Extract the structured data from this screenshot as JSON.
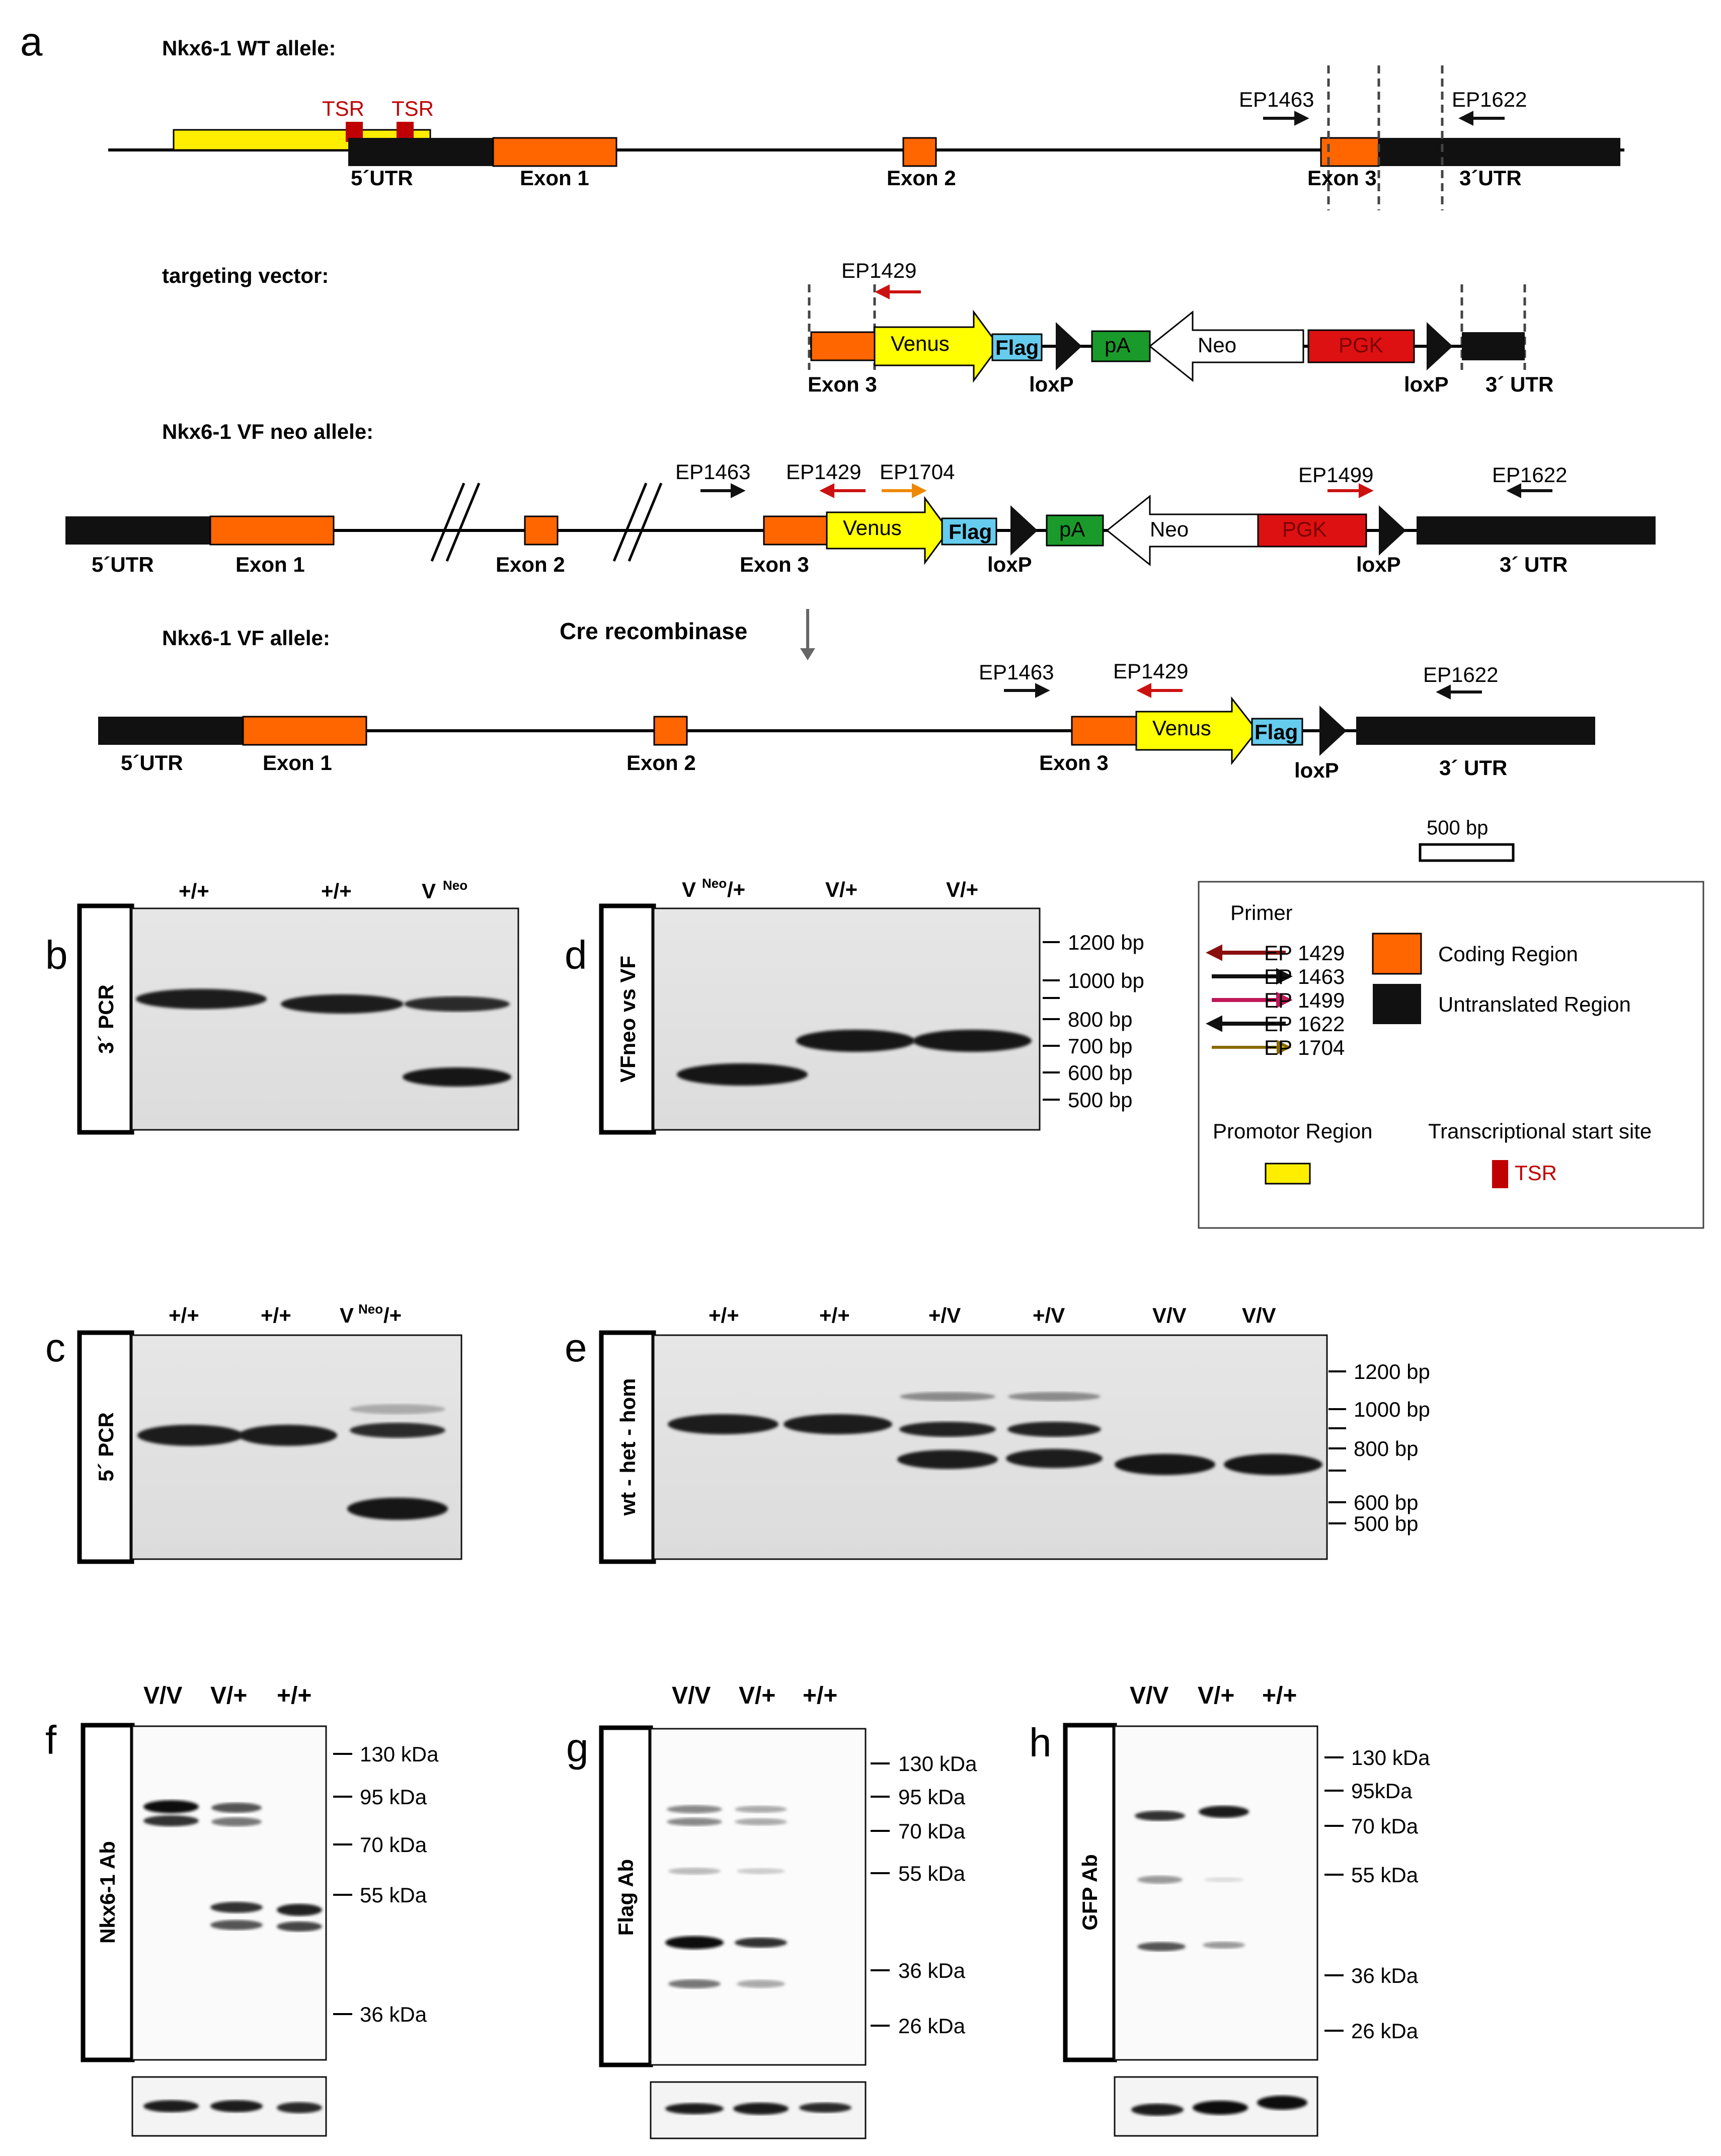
{
  "panel_letters": {
    "a": "a",
    "b": "b",
    "c": "c",
    "d": "d",
    "e": "e",
    "f": "f",
    "g": "g",
    "h": "h"
  },
  "colors": {
    "coding": "#ff6600",
    "utr": "#111111",
    "promoter": "#ffee00",
    "tsr": "#c00000",
    "venus": "#ffff00",
    "flag": "#66ccee",
    "pa": "#1a9a2a",
    "pgk": "#dd1111",
    "primer_red": "#cc1111",
    "primer_orange": "#ee8800"
  },
  "wt": {
    "title": "Nkx6-1 WT allele:",
    "tsr": "TSR",
    "utr5": "5´UTR",
    "exon1": "Exon 1",
    "exon2": "Exon 2",
    "exon3": "Exon 3",
    "utr3": "3´UTR",
    "ep1463": "EP1463",
    "ep1622": "EP1622"
  },
  "tv": {
    "title": "targeting vector:",
    "ep1429": "EP1429",
    "venus": "Venus",
    "flag": "Flag",
    "pa": "pA",
    "neo": "Neo",
    "pgk": "PGK",
    "exon3": "Exon 3",
    "loxp": "loxP",
    "utr3": "3´ UTR"
  },
  "vfneo": {
    "title": "Nkx6-1 VF neo allele:",
    "ep1463": "EP1463",
    "ep1429": "EP1429",
    "ep1704": "EP1704",
    "ep1499": "EP1499",
    "ep1622": "EP1622",
    "utr5": "5´UTR",
    "exon1": "Exon 1",
    "exon2": "Exon 2",
    "exon3": "Exon 3",
    "venus": "Venus",
    "flag": "Flag",
    "loxp": "loxP",
    "pa": "pA",
    "neo": "Neo",
    "pgk": "PGK",
    "utr3": "3´ UTR"
  },
  "vf": {
    "title": "Nkx6-1 VF allele:",
    "cre": "Cre recombinase",
    "ep1463": "EP1463",
    "ep1429": "EP1429",
    "ep1622": "EP1622",
    "utr5": "5´UTR",
    "exon1": "Exon 1",
    "exon2": "Exon 2",
    "exon3": "Exon 3",
    "venus": "Venus",
    "flag": "Flag",
    "loxp": "loxP",
    "utr3": "3´ UTR"
  },
  "scale_label": "500 bp",
  "legend": {
    "primer_title": "Primer",
    "primers": [
      "EP 1429",
      "EP 1463",
      "EP 1499",
      "EP 1622",
      "EP 1704"
    ],
    "coding": "Coding Region",
    "untranslated": "Untranslated Region",
    "promoter": "Promotor Region",
    "tss": "Transcriptional start site",
    "tsr": "TSR"
  },
  "gel_b": {
    "side": "3´ PCR",
    "lanes": [
      "+/+",
      "+/+",
      "V"
    ],
    "lane3_sup": "Neo"
  },
  "gel_c": {
    "side": "5´ PCR",
    "lanes": [
      "+/+",
      "+/+",
      "V"
    ],
    "lane3_sup": "Neo",
    "lane3_suffix": "/+"
  },
  "gel_d": {
    "side": "VFneo vs VF",
    "lane1": "V",
    "lane1_sup": "Neo",
    "lane1_suffix": "/+",
    "lanes": [
      "V/+",
      "V/+"
    ],
    "markers": [
      "1200 bp",
      "1000 bp",
      "800 bp",
      "700 bp",
      "600 bp",
      "500 bp"
    ]
  },
  "gel_e": {
    "side": "wt - het - hom",
    "lanes": [
      "+/+",
      "+/+",
      "+/V",
      "+/V",
      "V/V",
      "V/V"
    ],
    "markers": [
      "1200 bp",
      "1000 bp",
      "800 bp",
      "600 bp",
      "500 bp"
    ]
  },
  "blot_f": {
    "side": "Nkx6-1 Ab",
    "lanes": [
      "V/V",
      "V/+",
      "+/+"
    ],
    "markers": [
      "130 kDa",
      "95 kDa",
      "70 kDa",
      "55 kDa",
      "36 kDa"
    ]
  },
  "blot_g": {
    "side": "Flag Ab",
    "lanes": [
      "V/V",
      "V/+",
      "+/+"
    ],
    "markers": [
      "130 kDa",
      "95 kDa",
      "70 kDa",
      "55 kDa",
      "36 kDa",
      "26 kDa"
    ]
  },
  "blot_h": {
    "side": "GFP Ab",
    "lanes": [
      "V/V",
      "V/+",
      "+/+"
    ],
    "markers": [
      "130 kDa",
      "95kDa",
      "70 kDa",
      "55 kDa",
      "36 kDa",
      "26 kDa"
    ]
  }
}
